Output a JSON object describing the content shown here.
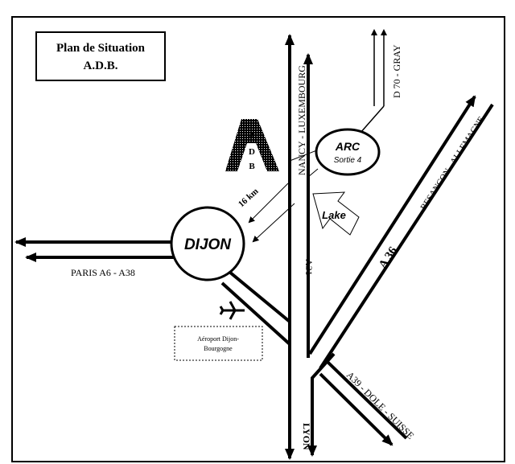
{
  "title": {
    "line1": "Plan de Situation",
    "line2": "A.D.B."
  },
  "logo": {
    "letters": [
      "A",
      "D",
      "B"
    ]
  },
  "labels": {
    "nancy": "NANCY - LUXEMBOURG",
    "gray": "D 70 - GRAY",
    "arc": "ARC",
    "sortie": "Sortie 4",
    "distance": "16 km",
    "lake": "Lake",
    "dijon": "DIJON",
    "paris": "PARIS  A6 - A38",
    "a31": "A31",
    "a36": "A 36",
    "besancon": "BESANCON - ALLEMAGNE",
    "a39": "A39 - DOLE - SUISSE",
    "lyon": "LYON",
    "airport_line1": "Aéroport Dijon-",
    "airport_line2": "Bourgogne"
  },
  "colors": {
    "ink": "#000000",
    "paper": "#ffffff"
  }
}
